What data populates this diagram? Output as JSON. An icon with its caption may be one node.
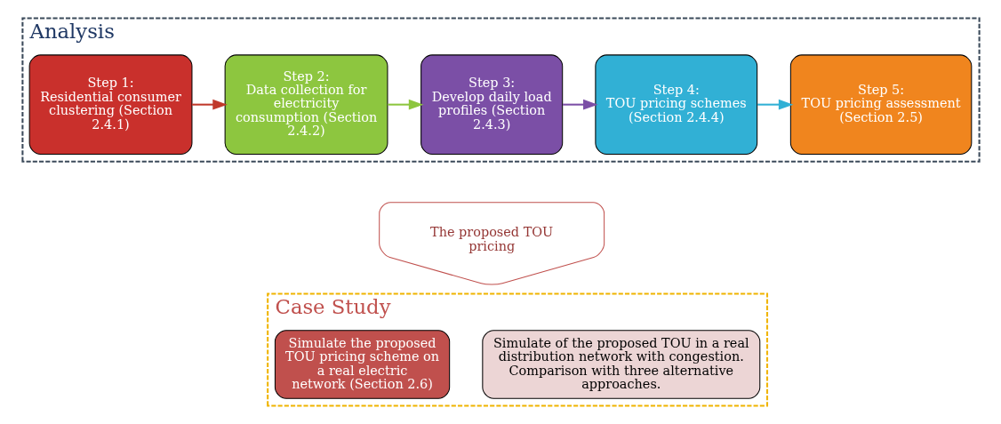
{
  "diagram": {
    "nodes": [
      {
        "text": [
          "Analysis"
        ]
      },
      {
        "text": [
          "Step 1:",
          "Residential consumer clustering (Section 2.4.1)"
        ],
        "in": 0
      },
      {
        "text": [
          "Step 2:",
          "Data collection for electricity consumption (Section 2.4.2)"
        ],
        "in": 0
      },
      {
        "text": [
          "Step 3:",
          "Develop daily load profiles (Section 2.4.3)"
        ],
        "in": 0
      },
      {
        "text": [
          "Step 4:",
          "TOU pricing schemes (Section 2.4.4)"
        ],
        "in": 0
      },
      {
        "text": [
          "Step 5:",
          "TOU pricing assessment (Section 2.5)"
        ],
        "in": 0
      },
      {
        "text": [
          "The proposed TOU pricing"
        ]
      },
      {
        "text": [
          "Case Study"
        ]
      },
      {
        "text": [
          "Simulate the proposed TOU pricing scheme on a real electric network (Section 2.6)"
        ],
        "in": 7
      },
      {
        "text": [
          "Simulate of the proposed TOU in a real distribution network with congestion.",
          "Comparison with three alternative approaches."
        ],
        "in": 7
      }
    ],
    "edges": [
      {
        "from": 1,
        "to": 2,
        "arrow": "to",
        "color": "#c0392b"
      },
      {
        "from": 2,
        "to": 3,
        "arrow": "to",
        "color": "#8dc63f"
      },
      {
        "from": 3,
        "to": 4,
        "arrow": "to",
        "color": "#7b4fa6"
      },
      {
        "from": 4,
        "to": 5,
        "arrow": "to",
        "color": "#31b0d5"
      }
    ]
  }
}
